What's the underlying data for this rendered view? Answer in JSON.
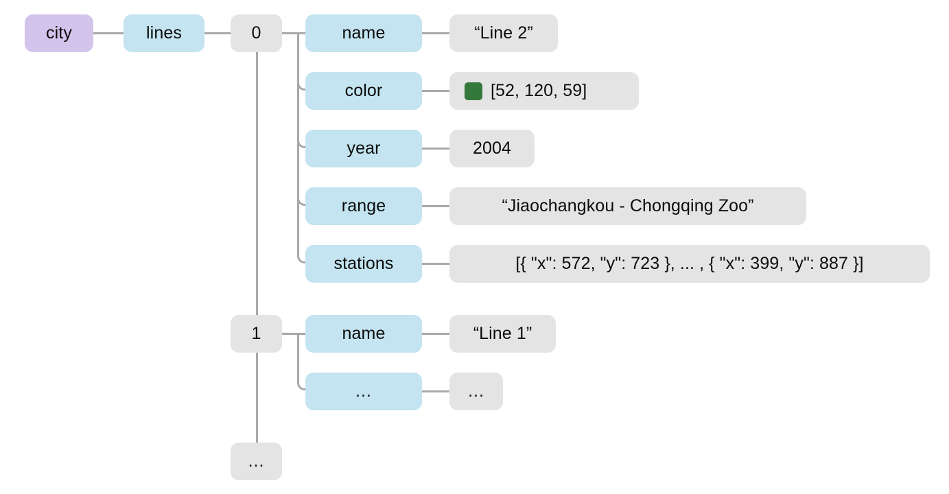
{
  "diagram": {
    "type": "json-tree",
    "title": "city data structure tree",
    "colors": {
      "root_node": "#d3c4ec",
      "key_node": "#c3e4f0",
      "value_node": "#e4e4e4",
      "connector": "#a8a8a8",
      "text": "#0b0b0b",
      "background": "#ffffff",
      "line_color_swatch": "#34783b"
    },
    "root": {
      "label": "city"
    },
    "lines_key": {
      "label": "lines"
    },
    "items": [
      {
        "index_label": "0",
        "fields": [
          {
            "key": "name",
            "value": "“Line 2”",
            "has_swatch": false
          },
          {
            "key": "color",
            "value": "[52, 120, 59]",
            "has_swatch": true,
            "swatch_color": "#34783b"
          },
          {
            "key": "year",
            "value": "2004",
            "has_swatch": false
          },
          {
            "key": "range",
            "value": "“Jiaochangkou - Chongqing Zoo”",
            "has_swatch": false
          },
          {
            "key": "stations",
            "value": "[{ \"x\": 572, \"y\": 723 }, ... , { \"x\": 399, \"y\": 887 }]",
            "has_swatch": false
          }
        ]
      },
      {
        "index_label": "1",
        "fields": [
          {
            "key": "name",
            "value": "“Line 1”",
            "has_swatch": false
          },
          {
            "key": "...",
            "value": "...",
            "has_swatch": false
          }
        ]
      },
      {
        "index_label": "...",
        "fields": []
      }
    ]
  }
}
